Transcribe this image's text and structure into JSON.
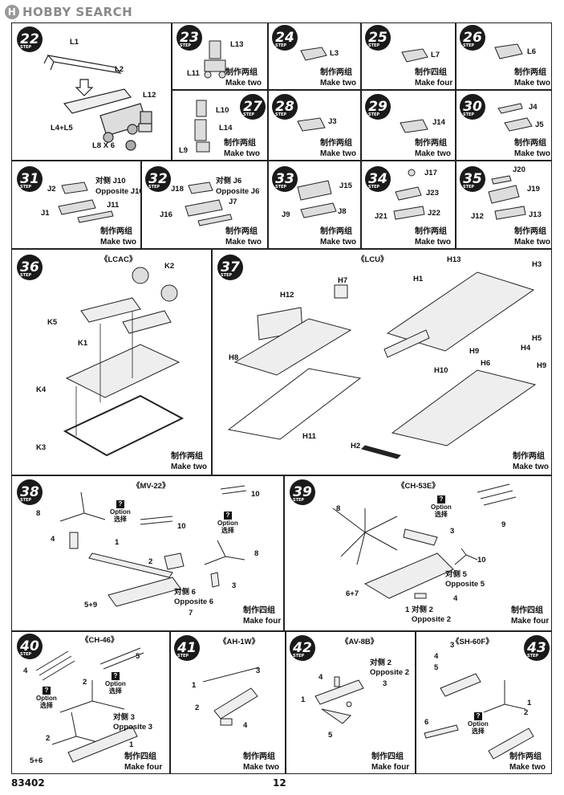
{
  "logo": {
    "text": "HOBBY SEARCH"
  },
  "footer": {
    "code": "83402",
    "page": "12"
  },
  "steps": {
    "s22": {
      "num": "22",
      "parts": [
        "L1",
        "L2",
        "L12",
        "L4+L5",
        "L8 X 6"
      ]
    },
    "s23": {
      "num": "23",
      "parts": [
        "L13",
        "L11"
      ],
      "cap_cn": "制作两组",
      "cap_en": "Make two"
    },
    "s24": {
      "num": "24",
      "parts": [
        "L3"
      ],
      "cap_cn": "制作两组",
      "cap_en": "Make two"
    },
    "s25": {
      "num": "25",
      "parts": [
        "L7"
      ],
      "cap_cn": "制作四组",
      "cap_en": "Make four"
    },
    "s26": {
      "num": "26",
      "parts": [
        "L6"
      ],
      "cap_cn": "制作两组",
      "cap_en": "Make two"
    },
    "s27": {
      "num": "27",
      "parts": [
        "L10",
        "L14",
        "L9"
      ],
      "cap_cn": "制作两组",
      "cap_en": "Make two"
    },
    "s28": {
      "num": "28",
      "parts": [
        "J3"
      ],
      "cap_cn": "制作两组",
      "cap_en": "Make two"
    },
    "s29": {
      "num": "29",
      "parts": [
        "J14"
      ],
      "cap_cn": "制作两组",
      "cap_en": "Make two"
    },
    "s30": {
      "num": "30",
      "parts": [
        "J4",
        "J5"
      ],
      "cap_cn": "制作两组",
      "cap_en": "Make two"
    },
    "s31": {
      "num": "31",
      "parts": [
        "J2",
        "对侧 J10",
        "Opposite J10",
        "J1",
        "J11"
      ],
      "cap_cn": "制作两组",
      "cap_en": "Make two"
    },
    "s32": {
      "num": "32",
      "parts": [
        "J18",
        "对侧 J6",
        "Opposite J6",
        "J7",
        "J16"
      ],
      "cap_cn": "制作两组",
      "cap_en": "Make two"
    },
    "s33": {
      "num": "33",
      "parts": [
        "J15",
        "J9",
        "J8"
      ],
      "cap_cn": "制作两组",
      "cap_en": "Make two"
    },
    "s34": {
      "num": "34",
      "parts": [
        "J17",
        "J23",
        "J21",
        "J22"
      ],
      "cap_cn": "制作两组",
      "cap_en": "Make two"
    },
    "s35": {
      "num": "35",
      "parts": [
        "J20",
        "J19",
        "J12",
        "J13"
      ],
      "cap_cn": "制作两组",
      "cap_en": "Make two"
    },
    "s36": {
      "num": "36",
      "title": "《LCAC》",
      "parts": [
        "K2",
        "K5",
        "K1",
        "K4",
        "K3"
      ],
      "cap_cn": "制作两组",
      "cap_en": "Make two"
    },
    "s37": {
      "num": "37",
      "title": "《LCU》",
      "parts": [
        "H13",
        "H3",
        "H1",
        "H12",
        "H7",
        "H5",
        "H4",
        "H9",
        "H6",
        "H9",
        "H10",
        "H8",
        "H11",
        "H2"
      ],
      "cap_cn": "制作两组",
      "cap_en": "Make two"
    },
    "s38": {
      "num": "38",
      "title": "《MV-22》",
      "parts": [
        "8",
        "4",
        "10",
        "1",
        "10",
        "8",
        "2",
        "3",
        "对侧 6",
        "Opposite 6",
        "5+9",
        "7"
      ],
      "option": [
        "Option",
        "选择"
      ],
      "option2": [
        "Option",
        "选择"
      ],
      "cap_cn": "制作四组",
      "cap_en": "Make four"
    },
    "s39": {
      "num": "39",
      "title": "《CH-53E》",
      "parts": [
        "8",
        "3",
        "9",
        "10",
        "对侧 5",
        "Opposite 5",
        "6+7",
        "4",
        "对侧 2",
        "Opposite 2",
        "1"
      ],
      "option": [
        "Option",
        "选择"
      ],
      "cap_cn": "制作四组",
      "cap_en": "Make four"
    },
    "s40": {
      "num": "40",
      "title": "《CH-46》",
      "parts": [
        "4",
        "5",
        "2",
        "对侧 3",
        "Opposite 3",
        "2",
        "5+6",
        "1"
      ],
      "option": [
        "Option",
        "选择"
      ],
      "option2": [
        "Option",
        "选择"
      ],
      "cap_cn": "制作四组",
      "cap_en": "Make four"
    },
    "s41": {
      "num": "41",
      "title": "《AH-1W》",
      "parts": [
        "3",
        "1",
        "2",
        "4"
      ],
      "cap_cn": "制作两组",
      "cap_en": "Make two"
    },
    "s42": {
      "num": "42",
      "title": "《AV-8B》",
      "parts": [
        "对侧 2",
        "Opposite 2",
        "4",
        "3",
        "1",
        "5"
      ],
      "cap_cn": "制作四组",
      "cap_en": "Make four"
    },
    "s43": {
      "num": "43",
      "title": "《SH-60F》",
      "parts": [
        "3",
        "4",
        "5",
        "1",
        "2",
        "6"
      ],
      "option": [
        "Option",
        "选择"
      ],
      "cap_cn": "制作两组",
      "cap_en": "Make two"
    }
  }
}
